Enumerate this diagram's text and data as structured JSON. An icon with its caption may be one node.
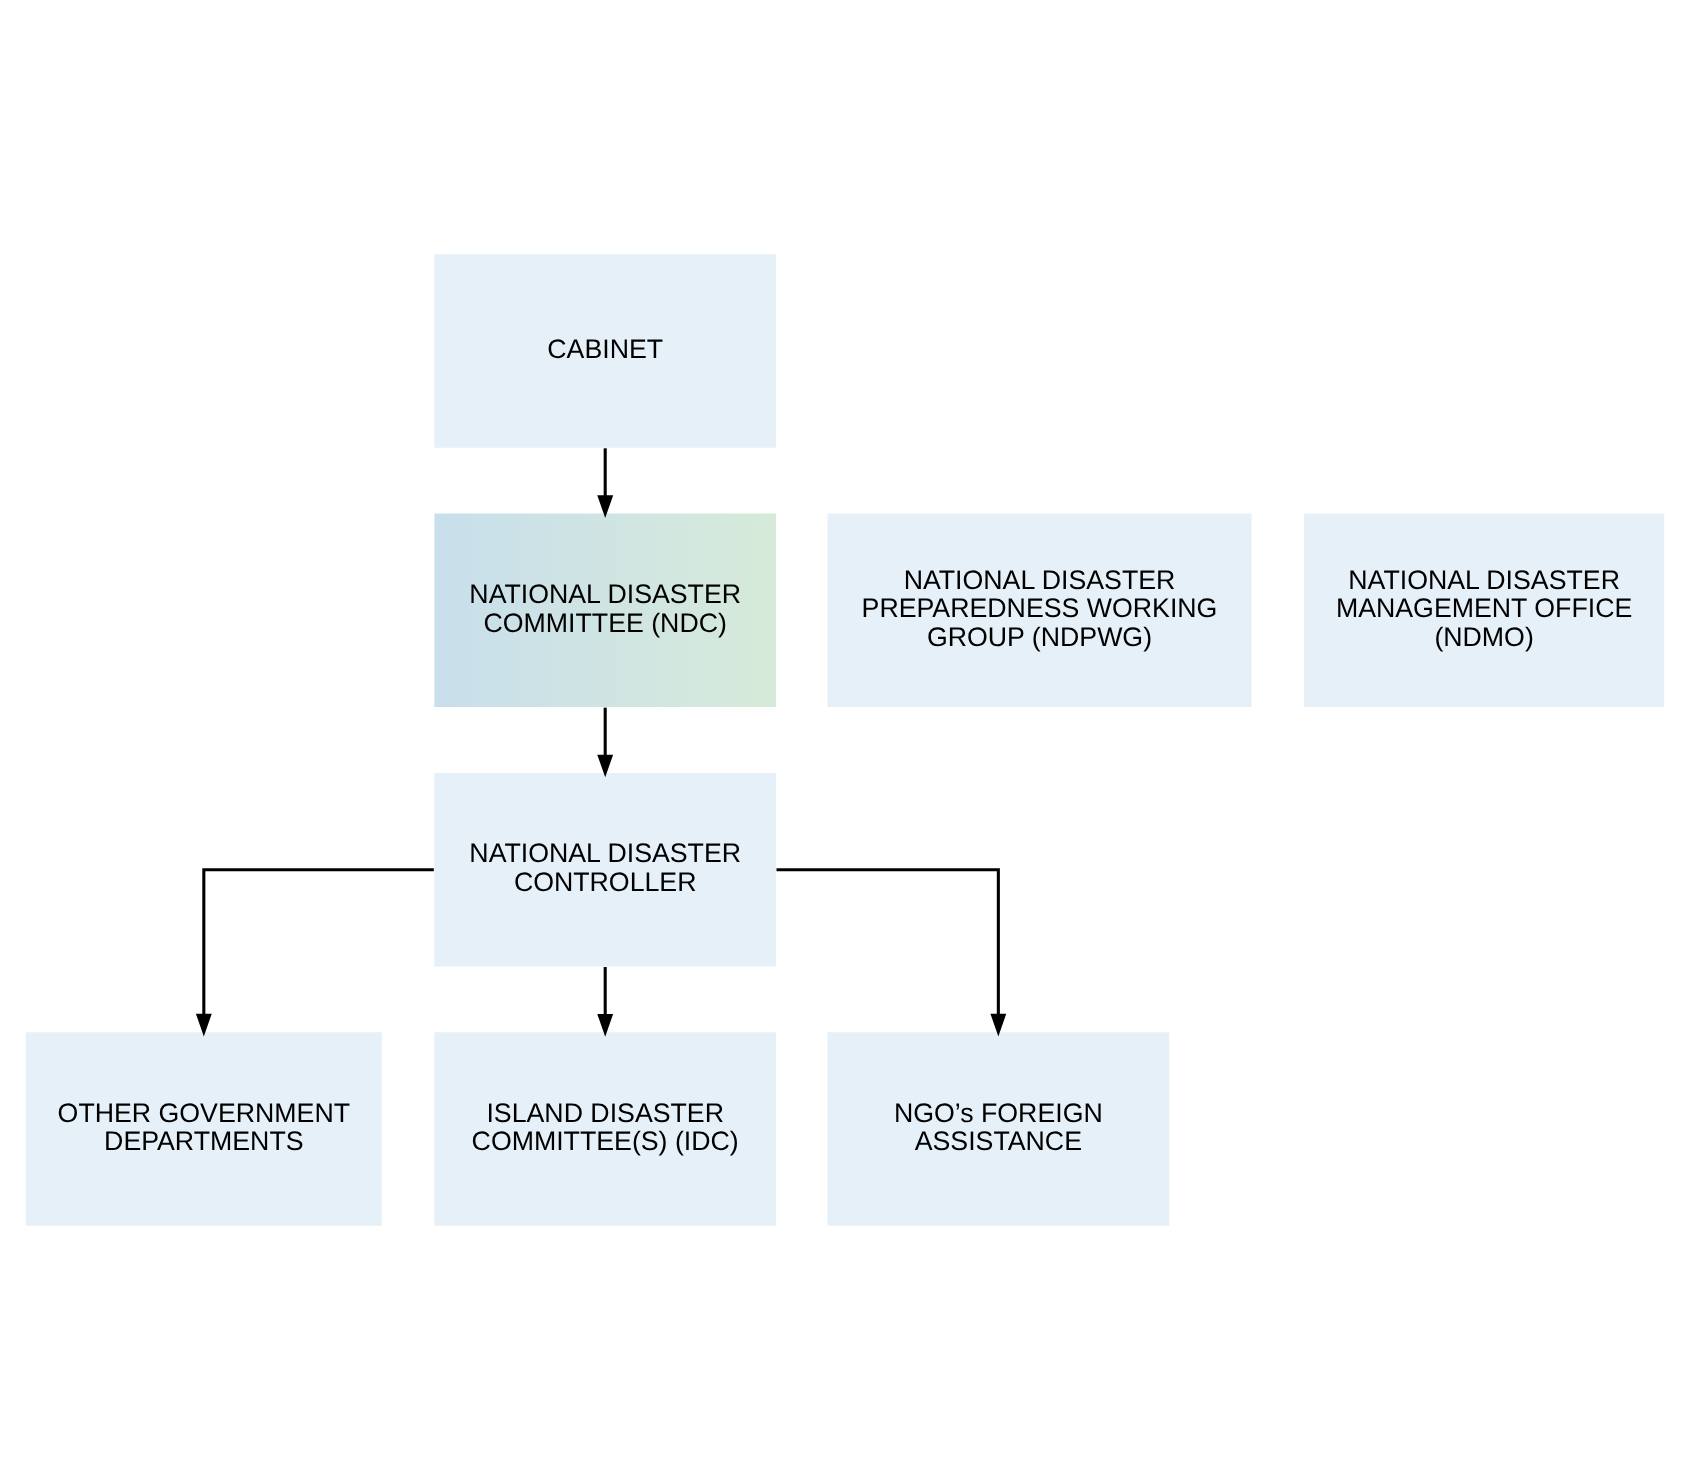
{
  "diagram": {
    "nodes": [
      {
        "text": [
          "CABINET"
        ]
      },
      {
        "text": [
          "NATIONAL DISASTER PREPAREDNESS WORKING GROUP (NDPWG)"
        ]
      },
      {
        "text": [
          "NATIONAL DISASTER COMMITTEE (NDC)"
        ]
      },
      {
        "text": [
          "NATIONAL DISASTER MANAGEMENT OFFICE (NDMO)"
        ]
      },
      {
        "text": [
          "NATIONAL DISASTER CONTROLLER"
        ]
      },
      {
        "text": [
          "OTHER GOVERNMENT DEPARTMENTS"
        ]
      },
      {
        "text": [
          "ISLAND DISASTER COMMITTEE(S) (IDC)"
        ]
      },
      {
        "text": [
          "NGO’s FOREIGN ASSISTANCE"
        ]
      }
    ],
    "edges": [
      {
        "from": 0,
        "to": 2,
        "arrow": "to"
      },
      {
        "from": 2,
        "to": 4,
        "arrow": "to"
      },
      {
        "from": 4,
        "to": 5,
        "arrow": "to"
      },
      {
        "from": 4,
        "to": 6,
        "arrow": "to"
      },
      {
        "from": 4,
        "to": 7,
        "arrow": "to"
      }
    ]
  }
}
